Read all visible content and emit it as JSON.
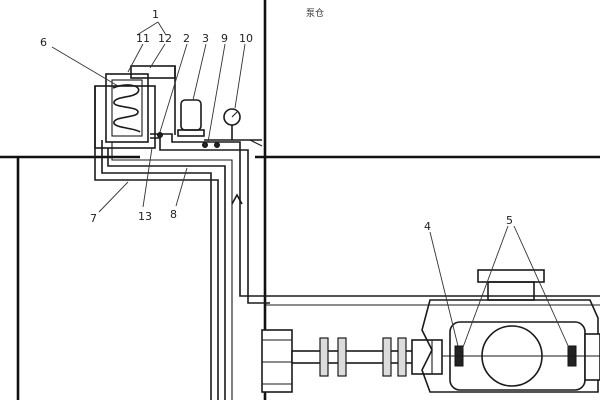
{
  "room_label": "泵仓",
  "callout_numbers": {
    "n1": "1",
    "n2": "2",
    "n3": "3",
    "n4": "4",
    "n5": "5",
    "n6": "6",
    "n7": "7",
    "n8": "8",
    "n9": "9",
    "n10": "10",
    "n11": "11",
    "n12": "12",
    "n13": "13"
  }
}
